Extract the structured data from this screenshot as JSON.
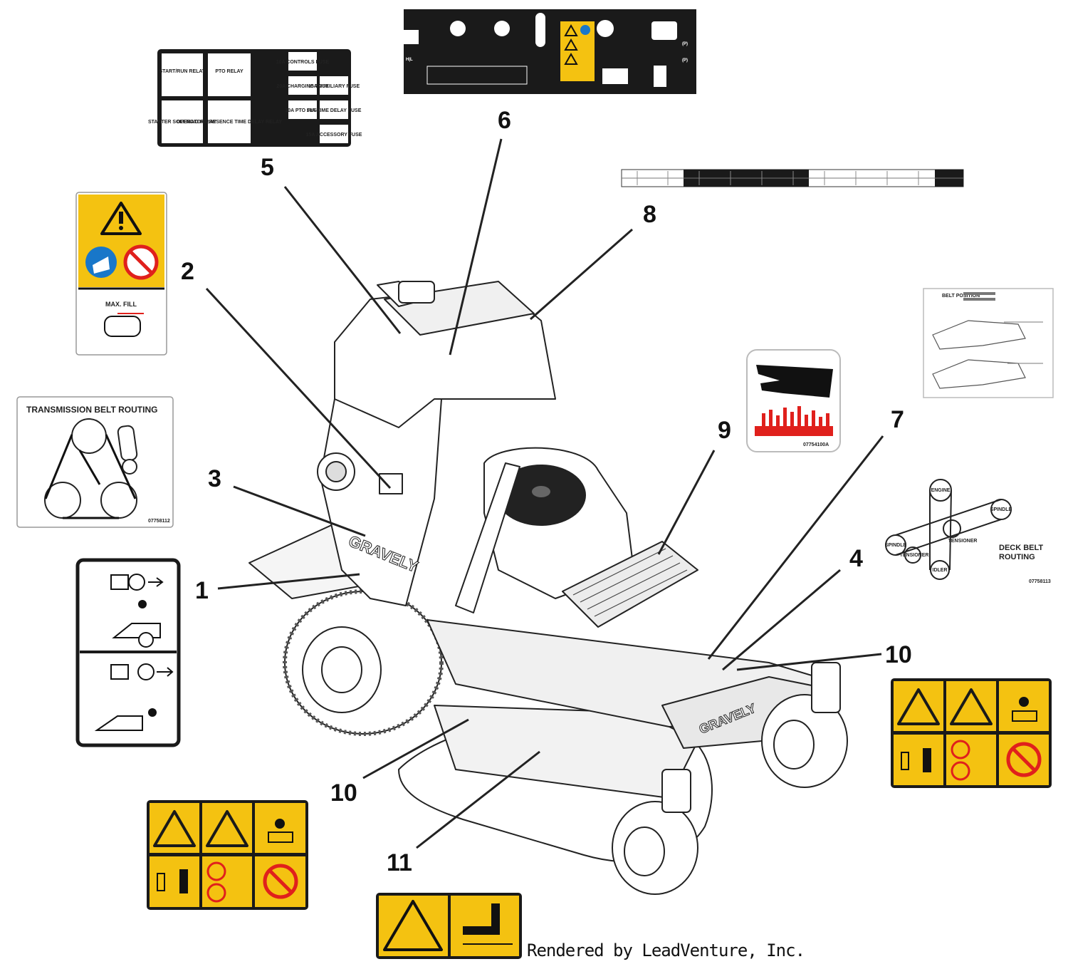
{
  "callouts": [
    {
      "n": "1"
    },
    {
      "n": "2"
    },
    {
      "n": "3"
    },
    {
      "n": "4"
    },
    {
      "n": "5"
    },
    {
      "n": "6"
    },
    {
      "n": "7"
    },
    {
      "n": "8"
    },
    {
      "n": "9"
    },
    {
      "n": "10"
    },
    {
      "n": "10"
    },
    {
      "n": "11"
    }
  ],
  "relay_decal": {
    "cells": [
      "START/RUN RELAY",
      "PTO RELAY",
      "STARTER SOLENOID RELAY",
      "OPERATOR PRESENCE TIME DELAY RELAY"
    ],
    "fuses": [
      "10A CONTROLS FUSE",
      "20A CHARGING FUSE",
      "15A AUXILIARY FUSE",
      "10A PTO FUSE",
      "10A TIME DELAY FUSE",
      "15A ACCESSORY FUSE"
    ]
  },
  "fuel_decal": {
    "max_fill": "MAX. FILL"
  },
  "transmission_decal": {
    "title": "TRANSMISSION BELT ROUTING",
    "part_no": "07758112"
  },
  "deck_belt_decal": {
    "title_line1": "DECK BELT",
    "title_line2": "ROUTING",
    "pulleys": [
      "ENGINE",
      "SPINDLE",
      "SPINDLE",
      "TENSIONER",
      "TENSIONER",
      "IDLER"
    ],
    "part_no": "07758113"
  },
  "belt_position_decal": {
    "title": "BELT POSITION"
  },
  "hand_decal": {
    "part_no": "07754100A"
  },
  "brand": "GRAVELY",
  "credit": "Rendered by LeadVenture, Inc.",
  "colors": {
    "warning_yellow": "#f4c211",
    "decal_black": "#1a1a1a",
    "danger_red": "#e0201c",
    "outline": "#222222"
  }
}
